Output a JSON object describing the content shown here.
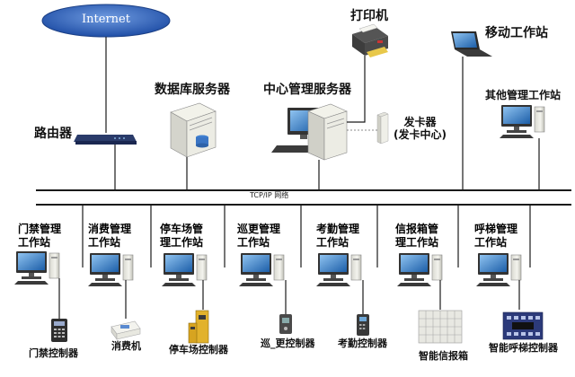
{
  "internet": {
    "label": "Internet"
  },
  "router": {
    "label": "路由器"
  },
  "db_server": {
    "label": "数据库服务器"
  },
  "center_server": {
    "label": "中心管理服务器"
  },
  "printer": {
    "label": "打印机"
  },
  "mobile": {
    "label": "移动工作站"
  },
  "other_ws": {
    "label": "其他管理工作站"
  },
  "card_issuer": {
    "line1": "发卡器",
    "line2": "(发卡中心)"
  },
  "network": {
    "label": "TCP/IP 网络"
  },
  "workstations": [
    {
      "line1": "门禁管理",
      "line2": "工作站",
      "device": "门禁控制器",
      "icon": "keypad-icon"
    },
    {
      "line1": "消费管理",
      "line2": "工作站",
      "device": "消费机",
      "icon": "pos-terminal-icon"
    },
    {
      "line1": "停车场管",
      "line2": "理工作站",
      "device": "停车场控制器",
      "icon": "parking-gate-icon"
    },
    {
      "line1": "巡更管理",
      "line2": "工作站",
      "device": "巡_更控制器",
      "icon": "patrol-reader-icon"
    },
    {
      "line1": "考勤管理",
      "line2": "工作站",
      "device": "考勤控制器",
      "icon": "attendance-reader-icon"
    },
    {
      "line1": "信报箱管",
      "line2": "理工作站",
      "device": "智能信报箱",
      "icon": "mailbox-icon"
    },
    {
      "line1": "呼梯管理",
      "line2": "工作站",
      "device": "智能呼梯控制器",
      "icon": "elevator-board-icon"
    }
  ],
  "colors": {
    "cloud": "#2b5fb8",
    "bus": "#1a1a1a",
    "monitor": "#2d6fb5",
    "case": "#e6e6e0"
  }
}
